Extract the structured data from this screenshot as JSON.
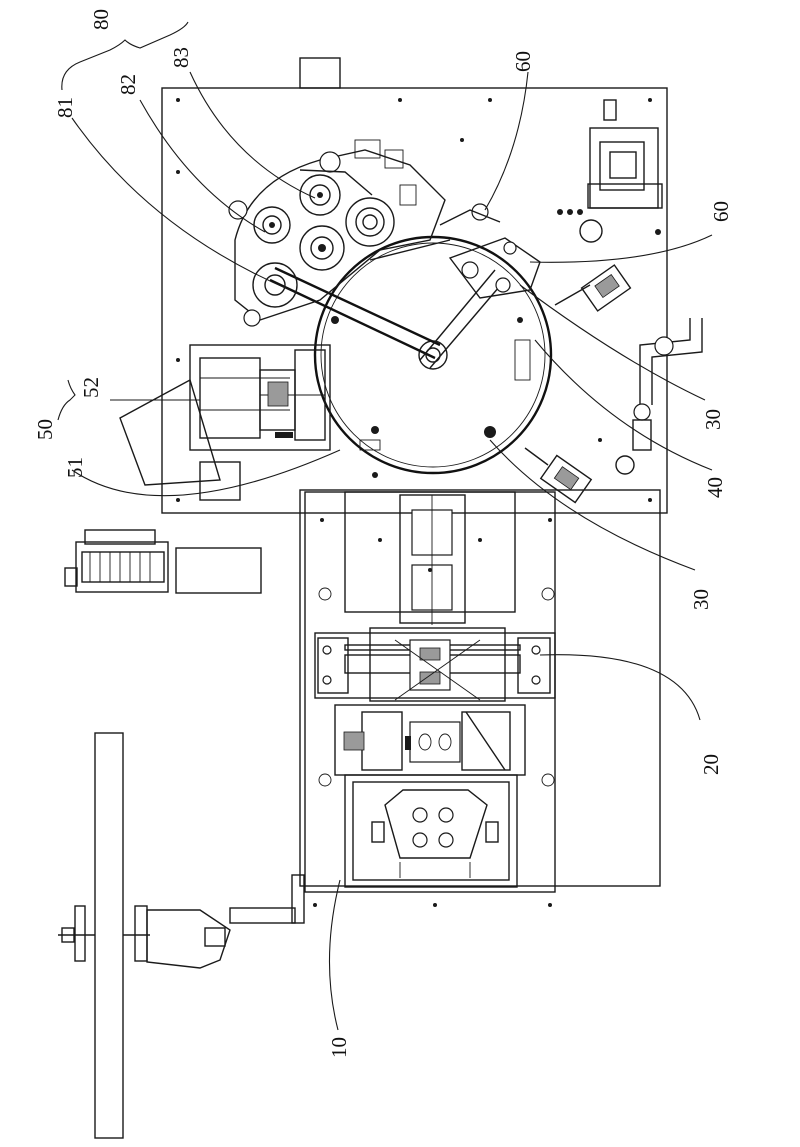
{
  "labels": {
    "l80": "80",
    "l81": "81",
    "l82": "82",
    "l83": "83",
    "l60a": "60",
    "l60b": "60",
    "l50": "50",
    "l52": "52",
    "l51": "51",
    "l30a": "30",
    "l30b": "30",
    "l40": "40",
    "l20": "20",
    "l10": "10"
  },
  "colors": {
    "line": "#1a1a1a",
    "background": "#ffffff"
  }
}
